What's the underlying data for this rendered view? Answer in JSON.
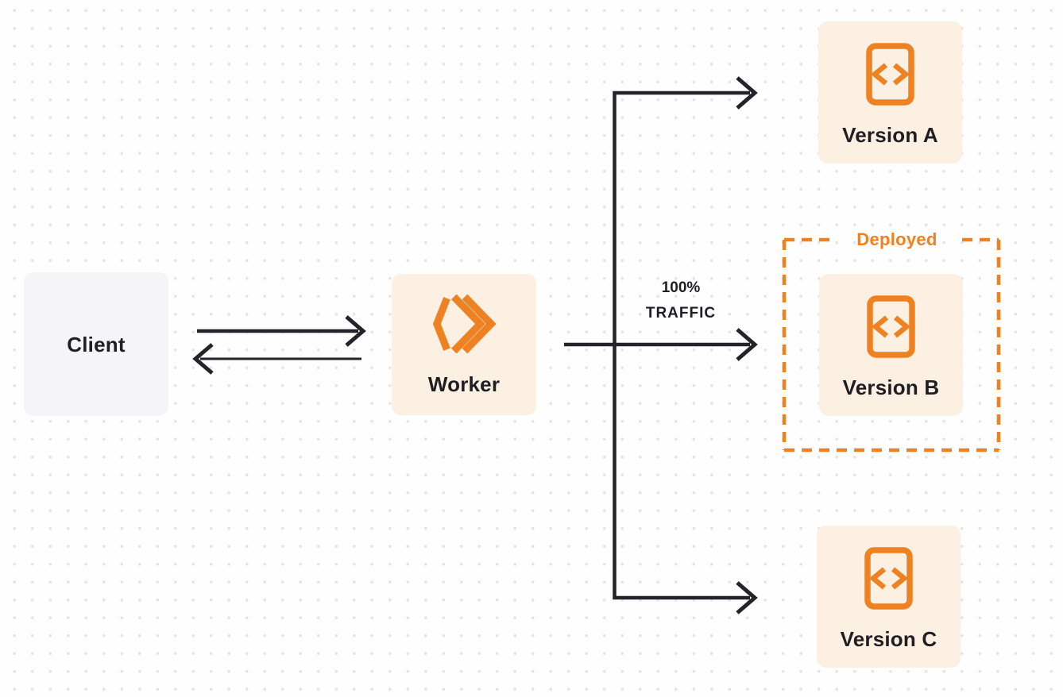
{
  "nodes": {
    "client": {
      "label": "Client"
    },
    "worker": {
      "label": "Worker",
      "icon": "workers-logo-icon"
    },
    "version_a": {
      "label": "Version A",
      "icon": "code-file-icon"
    },
    "version_b": {
      "label": "Version B",
      "icon": "code-file-icon"
    },
    "version_c": {
      "label": "Version C",
      "icon": "code-file-icon"
    }
  },
  "annotations": {
    "deployed": {
      "label": "Deployed",
      "applies_to": "version_b"
    },
    "traffic": {
      "line1": "100%",
      "line2": "TRAFFIC",
      "applies_to": "arrow-to-version-b"
    }
  },
  "colors": {
    "canvas-bg": "#fefefe",
    "dot": "#e5e5e9",
    "ink": "#232329",
    "accent": "#ee8222",
    "cream": "#fcf0e2",
    "client-bg": "#f5f5f7",
    "label": "#1f1f23"
  }
}
